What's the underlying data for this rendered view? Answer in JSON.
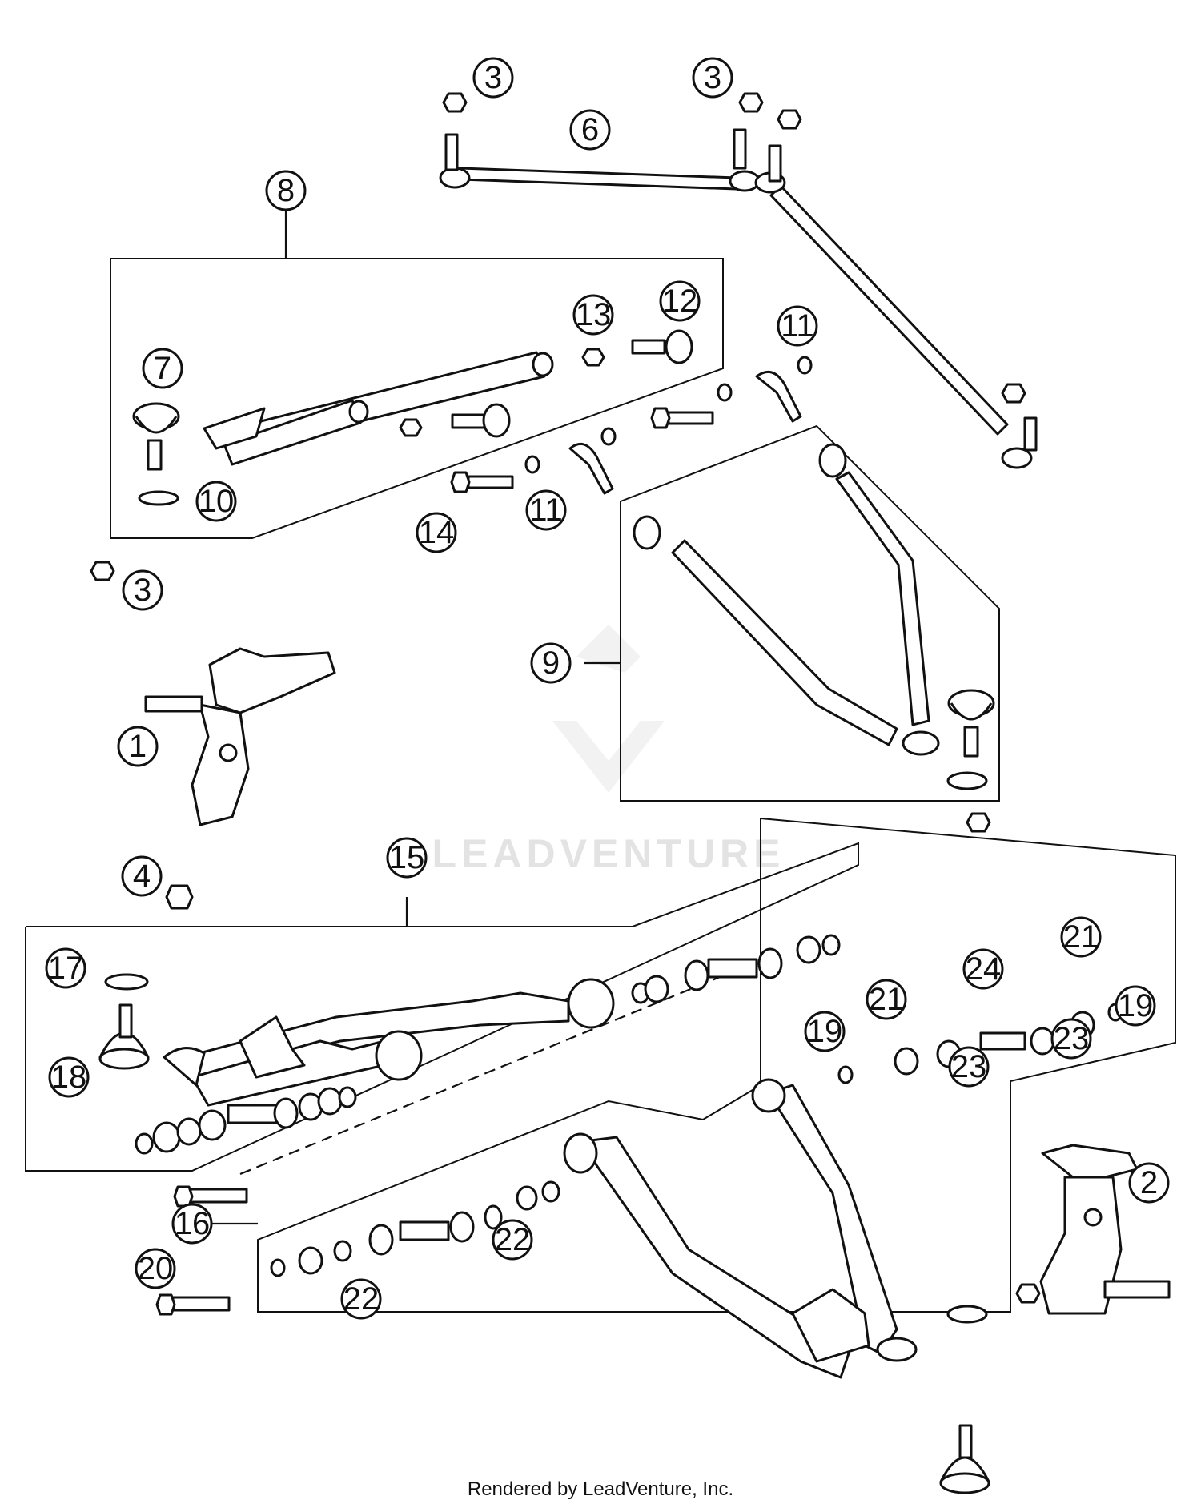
{
  "watermark": "LEADVENTURE",
  "credit": "Rendered by LeadVenture, Inc.",
  "callouts": [
    {
      "id": "c1",
      "label": "1"
    },
    {
      "id": "c2",
      "label": "2"
    },
    {
      "id": "c3a",
      "label": "3"
    },
    {
      "id": "c3b",
      "label": "3"
    },
    {
      "id": "c3c",
      "label": "3"
    },
    {
      "id": "c4",
      "label": "4"
    },
    {
      "id": "c6",
      "label": "6"
    },
    {
      "id": "c7",
      "label": "7"
    },
    {
      "id": "c8",
      "label": "8"
    },
    {
      "id": "c9",
      "label": "9"
    },
    {
      "id": "c10",
      "label": "10"
    },
    {
      "id": "c11a",
      "label": "11"
    },
    {
      "id": "c11b",
      "label": "11"
    },
    {
      "id": "c12",
      "label": "12"
    },
    {
      "id": "c13",
      "label": "13"
    },
    {
      "id": "c14",
      "label": "14"
    },
    {
      "id": "c15",
      "label": "15"
    },
    {
      "id": "c16",
      "label": "16"
    },
    {
      "id": "c17",
      "label": "17"
    },
    {
      "id": "c18",
      "label": "18"
    },
    {
      "id": "c19a",
      "label": "19"
    },
    {
      "id": "c19b",
      "label": "19"
    },
    {
      "id": "c20",
      "label": "20"
    },
    {
      "id": "c21a",
      "label": "21"
    },
    {
      "id": "c21b",
      "label": "21"
    },
    {
      "id": "c22a",
      "label": "22"
    },
    {
      "id": "c22b",
      "label": "22"
    },
    {
      "id": "c23a",
      "label": "23"
    },
    {
      "id": "c23b",
      "label": "23"
    },
    {
      "id": "c24",
      "label": "24"
    }
  ]
}
